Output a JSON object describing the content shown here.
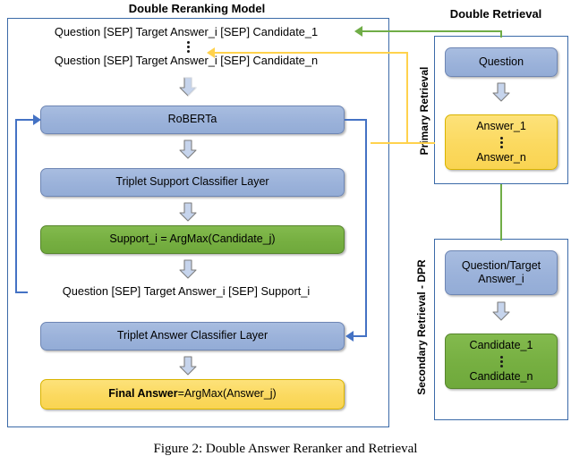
{
  "figure": {
    "caption": "Figure 2:  Double Answer Reranker and Retrieval"
  },
  "left_panel": {
    "title": "Double Reranking Model",
    "input_line_1": "Question [SEP] Target Answer_i [SEP] Candidate_1",
    "input_line_n": "Question [SEP] Target Answer_i [SEP] Candidate_n",
    "ellipsis_top": "vertical-ellipsis",
    "nodes": [
      {
        "id": "roberta",
        "label": "RoBERTa",
        "color": "blue"
      },
      {
        "id": "triplet-support",
        "label": "Triplet Support Classifier Layer",
        "color": "blue"
      },
      {
        "id": "support-argmax",
        "label": "Support_i = ArgMax(Candidate_j)",
        "color": "green"
      },
      {
        "id": "triplet-answer",
        "label": "Triplet Answer Classifier Layer",
        "color": "blue"
      }
    ],
    "mid_text": "Question [SEP] Target Answer_i [SEP] Support_i",
    "final_answer": {
      "bold_part": "Final Answer",
      "rest": "=ArgMax(Answer_j)",
      "color": "yellow"
    }
  },
  "right_panel": {
    "title": "Double Retrieval",
    "primary": {
      "side_label": "Primary Retrieval",
      "question_box": "Question",
      "answers_first": "Answer_1",
      "answers_last": "Answer_n",
      "question_color": "blue",
      "answers_color": "yellow"
    },
    "secondary": {
      "side_label": "Secondary Retrieval - DPR",
      "query_box_line_1": "Question/Target",
      "query_box_line_2": "Answer_i",
      "candidates_first": "Candidate_1",
      "candidates_last": "Candidate_n",
      "query_color": "blue",
      "candidates_color": "green"
    }
  },
  "colors": {
    "blue_fill": "#9BB2DA",
    "blue_border": "#6E86B4",
    "green_fill": "#76AF41",
    "green_border": "#56852C",
    "yellow_fill": "#FBD95F",
    "yellow_border": "#D9B400",
    "container_border": "#3B6AA8",
    "connector_blue": "#4472C4",
    "connector_green": "#70AD47",
    "connector_gold": "#FFD24D"
  },
  "icons": {
    "down_arrow": "block-down-arrow-icon",
    "ellipsis": "vertical-ellipsis-icon"
  }
}
